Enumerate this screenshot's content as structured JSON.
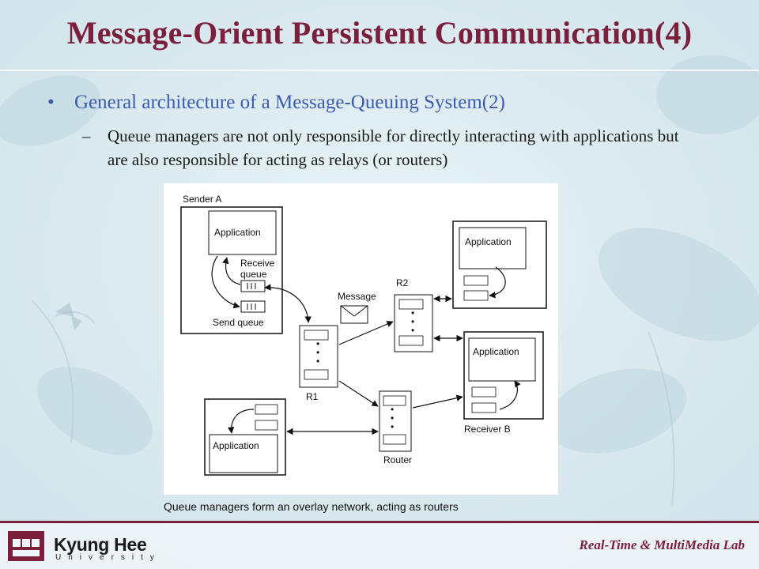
{
  "slide": {
    "title": "Message-Orient Persistent Communication(4)",
    "bullet": "General architecture of a Message-Queuing System(2)",
    "bullet_marker": "•",
    "sub_marker": "–",
    "sub_text": "Queue managers are not only responsible for directly interacting with applications but are also responsible for acting as relays (or routers)",
    "caption": "Queue managers form an overlay network, acting as routers"
  },
  "diagram": {
    "sender_label": "Sender A",
    "receiver_label": "Receiver B",
    "application_label": "Application",
    "receive_queue_line1": "Receive",
    "receive_queue_line2": "queue",
    "send_queue_label": "Send queue",
    "message_label": "Message",
    "r1_label": "R1",
    "r2_label": "R2",
    "router_label": "Router",
    "dots": "•"
  },
  "footer": {
    "logo_name": "Kyung Hee",
    "logo_sub": "University",
    "lab_name": "Real-Time & MultiMedia Lab"
  },
  "colors": {
    "title": "#7c1f3c",
    "bullet": "#3d5cb0",
    "accent": "#7c1f3c"
  }
}
